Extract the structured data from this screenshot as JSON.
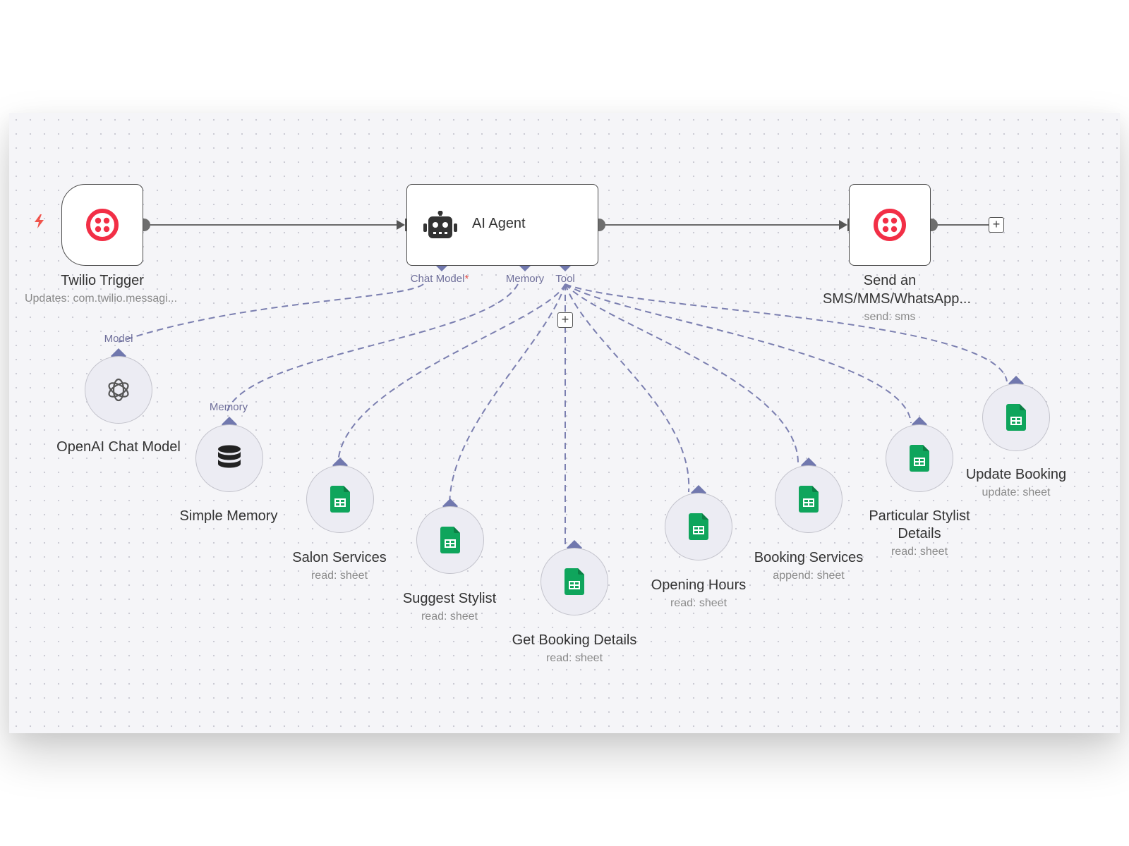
{
  "workflow": {
    "nodes": {
      "twilio_trigger": {
        "title": "Twilio Trigger",
        "subtitle": "Updates: com.twilio.messagi...",
        "icon": "twilio-icon"
      },
      "ai_agent": {
        "title": "AI Agent",
        "icon": "robot-icon",
        "ports": {
          "chat_model": "Chat Model",
          "required_marker": "*",
          "memory": "Memory",
          "tool": "Tool"
        }
      },
      "send_sms": {
        "title_line1": "Send an",
        "title_line2": "SMS/MMS/WhatsApp...",
        "subtitle": "send: sms",
        "icon": "twilio-icon"
      },
      "openai_chat_model": {
        "title": "OpenAI Chat Model",
        "port_label": "Model",
        "icon": "openai-icon"
      },
      "simple_memory": {
        "title": "Simple Memory",
        "port_label": "Memory",
        "icon": "database-icon"
      },
      "salon_services": {
        "title": "Salon Services",
        "subtitle": "read: sheet",
        "icon": "google-sheets-icon"
      },
      "suggest_stylist": {
        "title": "Suggest Stylist",
        "subtitle": "read: sheet",
        "icon": "google-sheets-icon"
      },
      "get_booking_details": {
        "title": "Get Booking Details",
        "subtitle": "read: sheet",
        "icon": "google-sheets-icon"
      },
      "opening_hours": {
        "title": "Opening Hours",
        "subtitle": "read: sheet",
        "icon": "google-sheets-icon"
      },
      "booking_services": {
        "title": "Booking Services",
        "subtitle": "append: sheet",
        "icon": "google-sheets-icon"
      },
      "particular_stylist_details": {
        "title_line1": "Particular Stylist",
        "title_line2": "Details",
        "subtitle": "read: sheet",
        "icon": "google-sheets-icon"
      },
      "update_booking": {
        "title": "Update Booking",
        "subtitle": "update: sheet",
        "icon": "google-sheets-icon"
      }
    },
    "add_symbol": "+"
  },
  "colors": {
    "twilio_red": "#f22f46",
    "sheets_green": "#0fa55c",
    "connector_purple": "#7b7fb0",
    "edge_gray": "#6a6a6a",
    "trigger_bolt": "#f0544c"
  }
}
